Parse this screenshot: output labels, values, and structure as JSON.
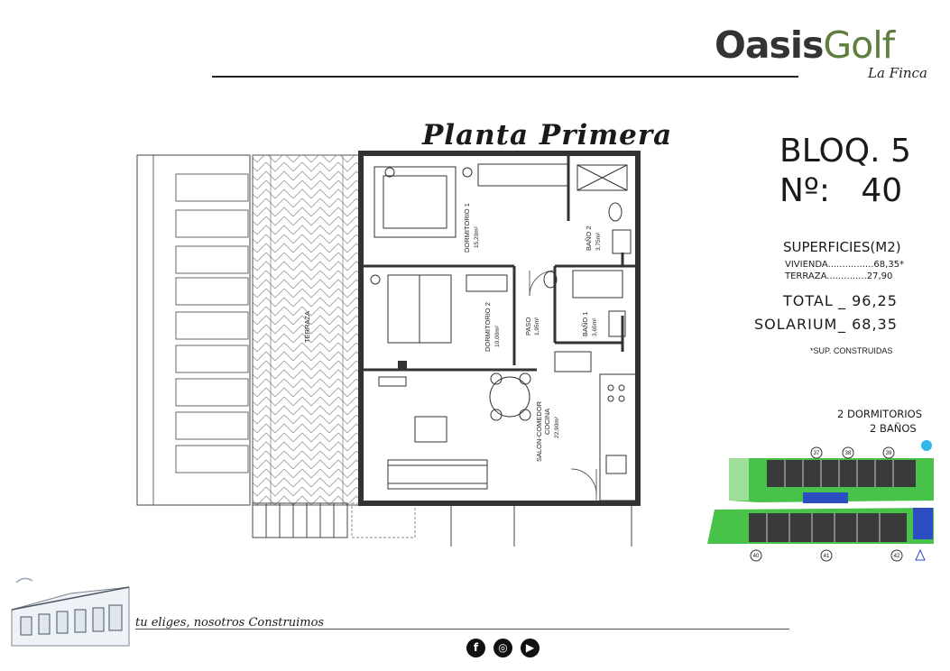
{
  "header": {
    "logo_oasis": "Oasis",
    "logo_golf": "Golf",
    "logo_sub": "La Finca"
  },
  "plan_title": "Planta Primera",
  "block": {
    "bloq": "BLOQ. 5",
    "num_label": "Nº:",
    "num_value": "40"
  },
  "surfaces": {
    "title": "SUPERFICIES(M2)",
    "vivienda": "VIVIENDA................68,35*",
    "terraza": "TERRAZA..............27,90",
    "total_label": "TOTAL",
    "total_value": "_ 96,25",
    "solarium_label": "SOLARIUM",
    "solarium_value": "_ 68,35",
    "note": "*SUP. CONSTRUIDAS"
  },
  "features": {
    "dorms": "2 DORMITORIOS",
    "banos": "2 BAÑOS"
  },
  "rooms": {
    "d1_name": "DORMITORIO 1",
    "d1_area": "15,20m²",
    "b2_name": "BAÑO 2",
    "b2_area": "3,75m²",
    "d2_name": "DORMITORIO 2",
    "d2_area": "10,00m²",
    "paso_name": "PASO",
    "paso_area": "1,95m²",
    "b1_name": "BAÑO 1",
    "b1_area": "3,65m²",
    "salon_name": "SALON-COMEDOR",
    "salon_sub": "COCINA",
    "salon_area": "22,90m²",
    "terraza_name": "TERRAZA"
  },
  "site_plan": {
    "markers": [
      "37",
      "38",
      "39",
      "40",
      "41",
      "42"
    ]
  },
  "footer": {
    "slogan": "tu eliges, nosotros Construimos"
  },
  "social": {
    "facebook": "f",
    "instagram": "◎",
    "youtube": "▶"
  }
}
